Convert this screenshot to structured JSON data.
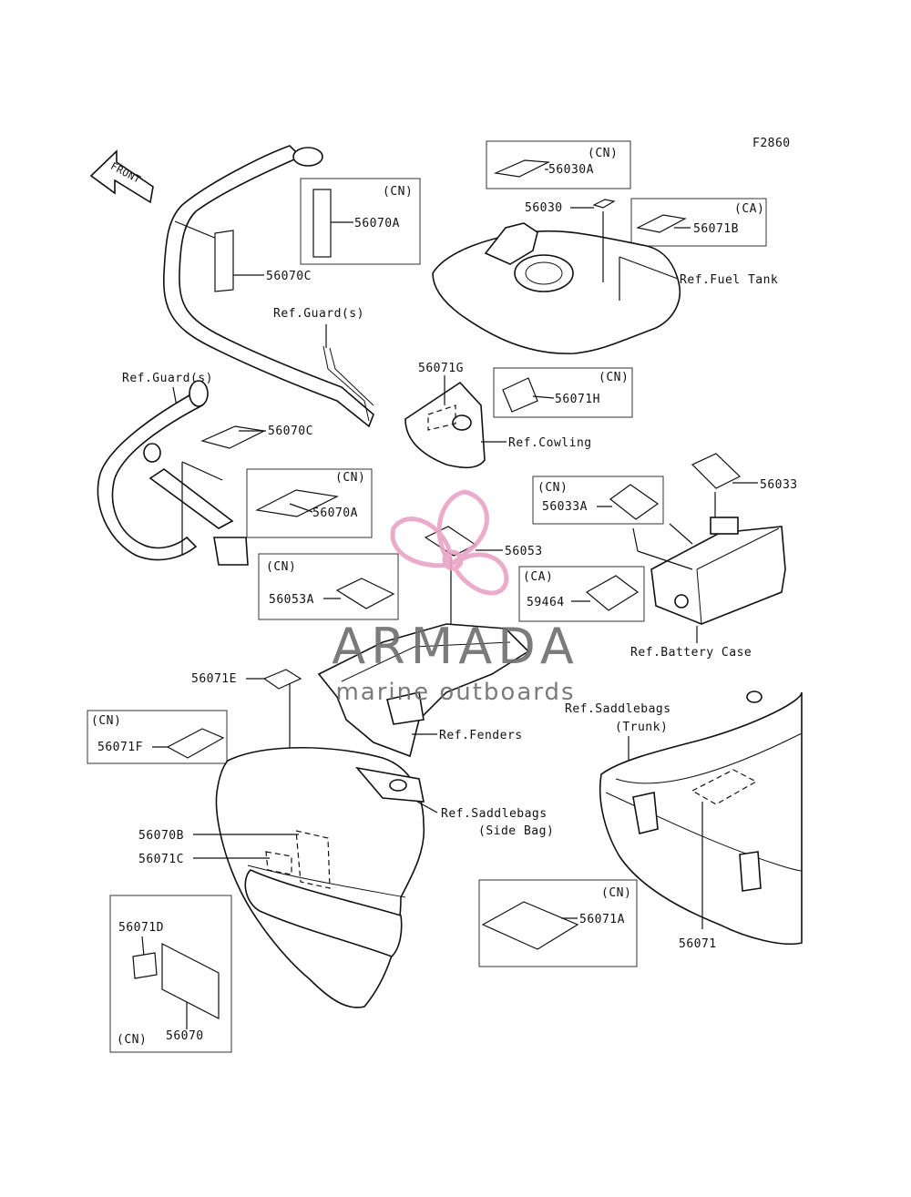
{
  "figure_code": "F2860",
  "front_label": "FRONT",
  "parts": {
    "p56030A": "56030A",
    "p56030": "56030",
    "p56071B": "56071B",
    "p56070A_top": "56070A",
    "p56070C_top": "56070C",
    "p56071G": "56071G",
    "p56071H": "56071H",
    "p56070C_mid": "56070C",
    "p56070A_mid": "56070A",
    "p56033": "56033",
    "p56033A": "56033A",
    "p56053": "56053",
    "p56053A": "56053A",
    "p59464": "59464",
    "p56071E": "56071E",
    "p56071F": "56071F",
    "p56070B": "56070B",
    "p56071C": "56071C",
    "p56071D": "56071D",
    "p56070": "56070",
    "p56071A": "56071A",
    "p56071": "56071"
  },
  "codes": {
    "cn": "(CN)",
    "ca": "(CA)"
  },
  "refs": {
    "fuel_tank": "Ref.Fuel Tank",
    "guard_top": "Ref.Guard(s)",
    "guard_left": "Ref.Guard(s)",
    "cowling": "Ref.Cowling",
    "battery_case": "Ref.Battery Case",
    "fenders": "Ref.Fenders",
    "saddlebags_trunk_1": "Ref.Saddlebags",
    "saddlebags_trunk_2": "(Trunk)",
    "saddlebags_side_1": "Ref.Saddlebags",
    "saddlebags_side_2": "(Side Bag)"
  },
  "watermark": {
    "brand": "ARMADA",
    "tagline": "marine outboards",
    "brand_color": "#6d6d6d",
    "logo_color": "#e9a3c6"
  }
}
